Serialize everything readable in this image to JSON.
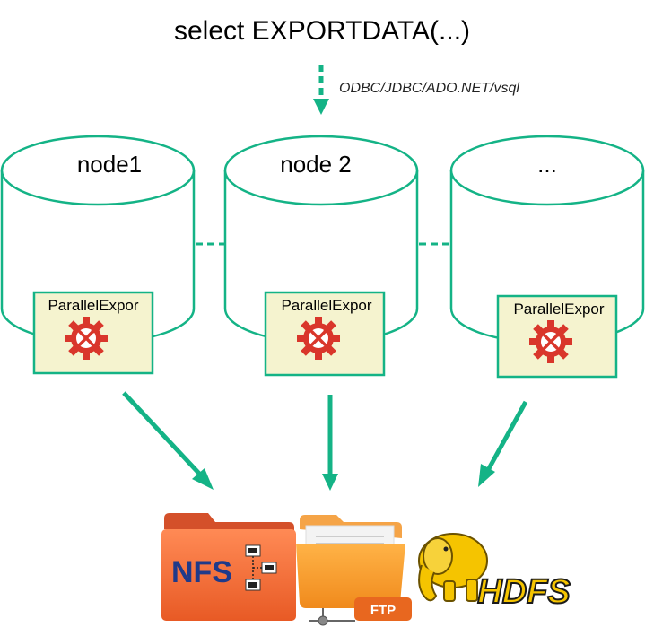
{
  "title": "select EXPORTDATA(...)",
  "connection_label": "ODBC/JDBC/ADO.NET/vsql",
  "colors": {
    "accent": "#14b386",
    "box_fill": "#f5f3cf",
    "gear": "#d9362b",
    "nfs": "#f36f3a",
    "ftp": "#f39a2a",
    "hdfs_yellow": "#f5c400"
  },
  "nodes": [
    {
      "label": "node1",
      "box_label": "ParallelExpor"
    },
    {
      "label": "node 2",
      "box_label": "ParallelExpor"
    },
    {
      "label": "...",
      "box_label": "ParallelExpor"
    }
  ],
  "targets": {
    "nfs": {
      "label": "NFS",
      "icon": "nfs-folder-icon"
    },
    "ftp": {
      "label": "FTP",
      "icon": "ftp-folder-icon"
    },
    "hdfs": {
      "label": "HDFS",
      "icon": "hadoop-elephant-icon"
    }
  }
}
